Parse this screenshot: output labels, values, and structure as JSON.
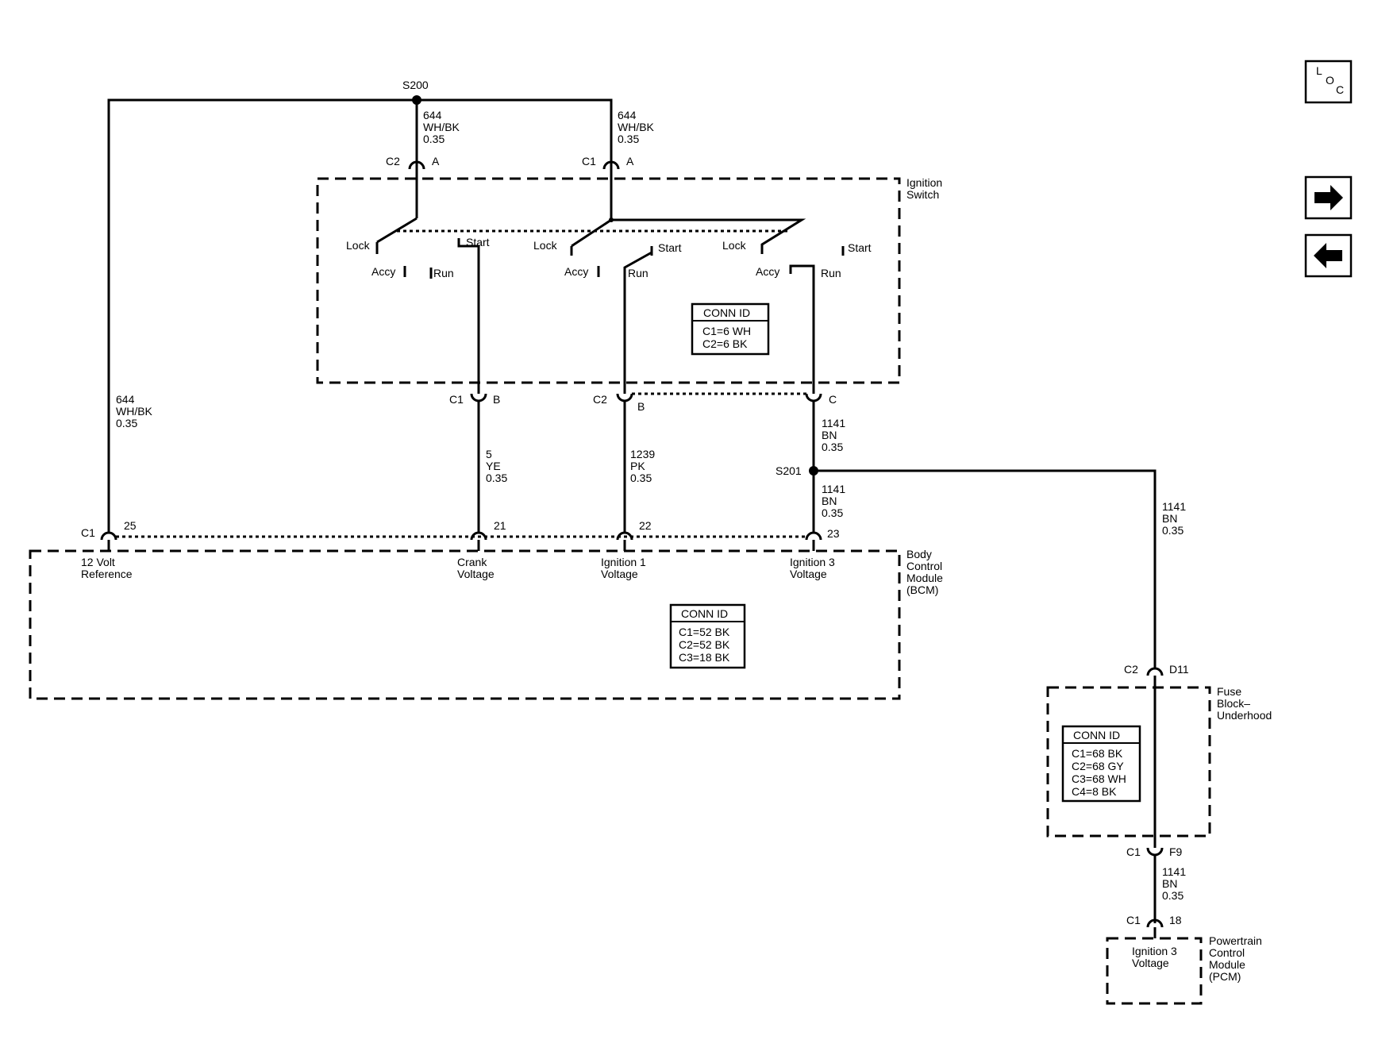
{
  "nav": {
    "loc": [
      "L",
      "O",
      "C"
    ],
    "next_icon": "arrow-right-icon",
    "prev_icon": "arrow-left-icon"
  },
  "splices": {
    "s200": "S200",
    "s201": "S201"
  },
  "wires": {
    "w644": [
      "644",
      "WH/BK",
      "0.35"
    ],
    "w5": [
      "5",
      "YE",
      "0.35"
    ],
    "w1239": [
      "1239",
      "PK",
      "0.35"
    ],
    "w1141": [
      "1141",
      "BN",
      "0.35"
    ]
  },
  "ignition_switch": {
    "label": [
      "Ignition",
      "Switch"
    ],
    "conn_id": {
      "title": "CONN ID",
      "lines": [
        "C1=6 WH",
        "C2=6 BK"
      ]
    },
    "positions": {
      "lock": "Lock",
      "start": "Start",
      "accy": "Accy",
      "run": "Run"
    },
    "connectors": {
      "c1": "C1",
      "c2": "C2",
      "a": "A",
      "b": "B",
      "c": "C"
    }
  },
  "bcm": {
    "label": [
      "Body",
      "Control",
      "Module",
      "(BCM)"
    ],
    "conn_id": {
      "title": "CONN ID",
      "lines": [
        "C1=52 BK",
        "C2=52 BK",
        "C3=18 BK"
      ]
    },
    "connector": "C1",
    "pins": [
      "25",
      "21",
      "22",
      "23"
    ],
    "inputs": {
      "ref": [
        "12 Volt",
        "Reference"
      ],
      "crank": [
        "Crank",
        "Voltage"
      ],
      "ign1": [
        "Ignition 1",
        "Voltage"
      ],
      "ign3": [
        "Ignition 3",
        "Voltage"
      ]
    }
  },
  "fuse_block": {
    "label": [
      "Fuse",
      "Block–",
      "Underhood"
    ],
    "conn_id": {
      "title": "CONN ID",
      "lines": [
        "C1=68 BK",
        "C2=68 GY",
        "C3=68 WH",
        "C4=8 BK"
      ]
    },
    "c2": "C2",
    "d11": "D11",
    "c1": "C1",
    "f9": "F9"
  },
  "pcm": {
    "label": [
      "Powertrain",
      "Control",
      "Module",
      "(PCM)"
    ],
    "connector": "C1",
    "pin": "18",
    "input": [
      "Ignition 3",
      "Voltage"
    ]
  }
}
